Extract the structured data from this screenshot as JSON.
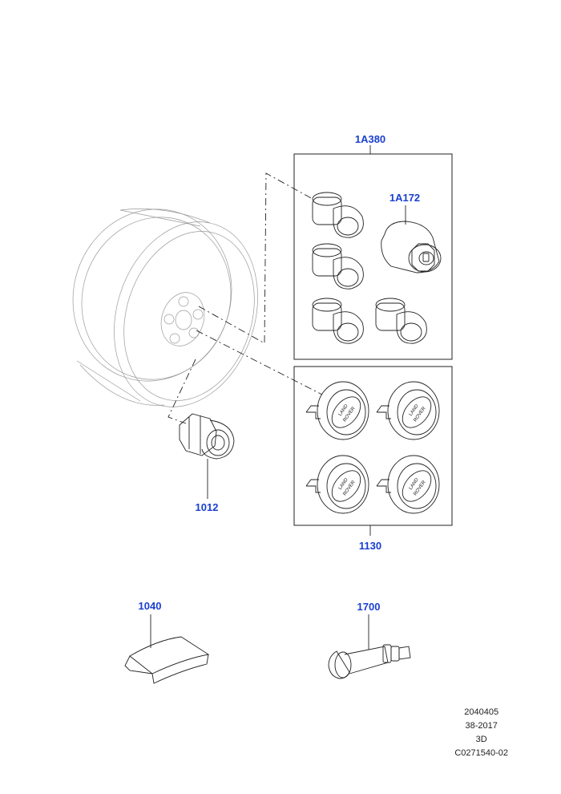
{
  "callouts": {
    "lock_set": "1A380",
    "lock_key": "1A172",
    "wheel_nut": "1012",
    "center_caps": "1130",
    "balance_weight": "1040",
    "valve": "1700"
  },
  "logo_text": {
    "line1": "LAND",
    "line2": "ROVER"
  },
  "meta": {
    "line1": "2040405",
    "line2": "38-2017",
    "line3": "3D",
    "line4": "C0271540-02"
  },
  "colors": {
    "callout": "#1a3fd0",
    "line": "#222222",
    "wheel": "#9a9a9a"
  }
}
